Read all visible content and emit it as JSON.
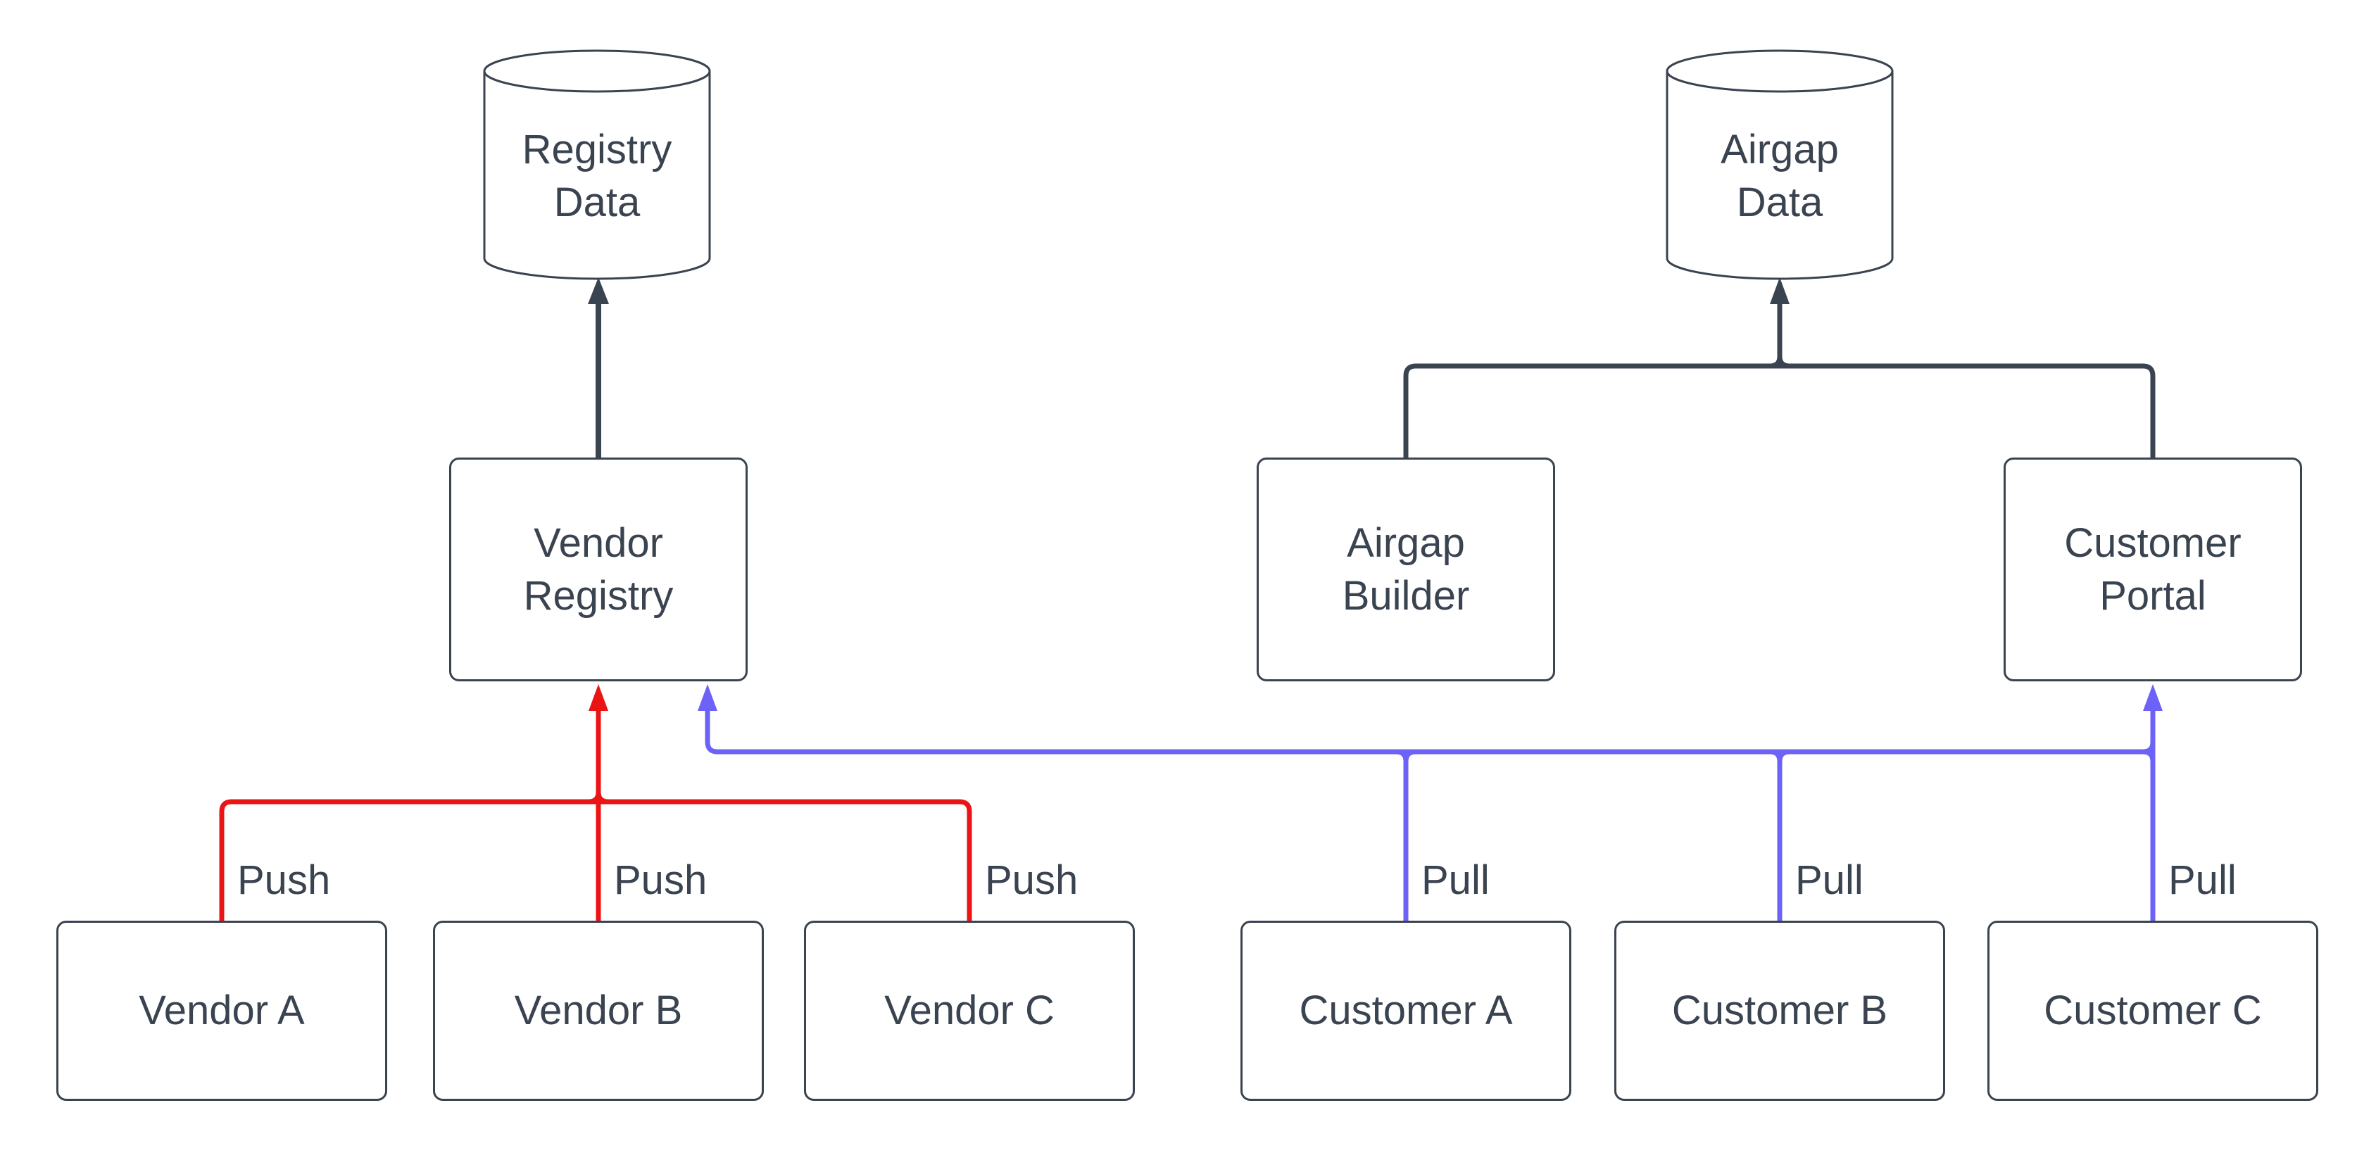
{
  "diagram": {
    "background": "#ffffff",
    "colors": {
      "dark": "#3a4350",
      "red": "#eb1414",
      "blue": "#6c62f7",
      "node_fill": "#ffffff"
    },
    "cylinders": [
      {
        "id": "registry-data",
        "line1": "Registry",
        "line2": "Data"
      },
      {
        "id": "airgap-data",
        "line1": "Airgap",
        "line2": "Data"
      }
    ],
    "process_boxes": [
      {
        "id": "vendor-registry",
        "line1": "Vendor",
        "line2": "Registry"
      },
      {
        "id": "airgap-builder",
        "line1": "Airgap",
        "line2": "Builder"
      },
      {
        "id": "customer-portal",
        "line1": "Customer",
        "line2": "Portal"
      }
    ],
    "entity_boxes": [
      {
        "id": "vendor-a",
        "label": "Vendor A"
      },
      {
        "id": "vendor-b",
        "label": "Vendor B"
      },
      {
        "id": "vendor-c",
        "label": "Vendor C"
      },
      {
        "id": "customer-a",
        "label": "Customer A"
      },
      {
        "id": "customer-b",
        "label": "Customer B"
      },
      {
        "id": "customer-c",
        "label": "Customer C"
      }
    ],
    "edge_labels": [
      {
        "id": "push-vendor-a",
        "text": "Push"
      },
      {
        "id": "push-vendor-b",
        "text": "Push"
      },
      {
        "id": "push-vendor-c",
        "text": "Push"
      },
      {
        "id": "pull-customer-a",
        "text": "Pull"
      },
      {
        "id": "pull-customer-b",
        "text": "Pull"
      },
      {
        "id": "pull-customer-c",
        "text": "Pull"
      }
    ]
  }
}
